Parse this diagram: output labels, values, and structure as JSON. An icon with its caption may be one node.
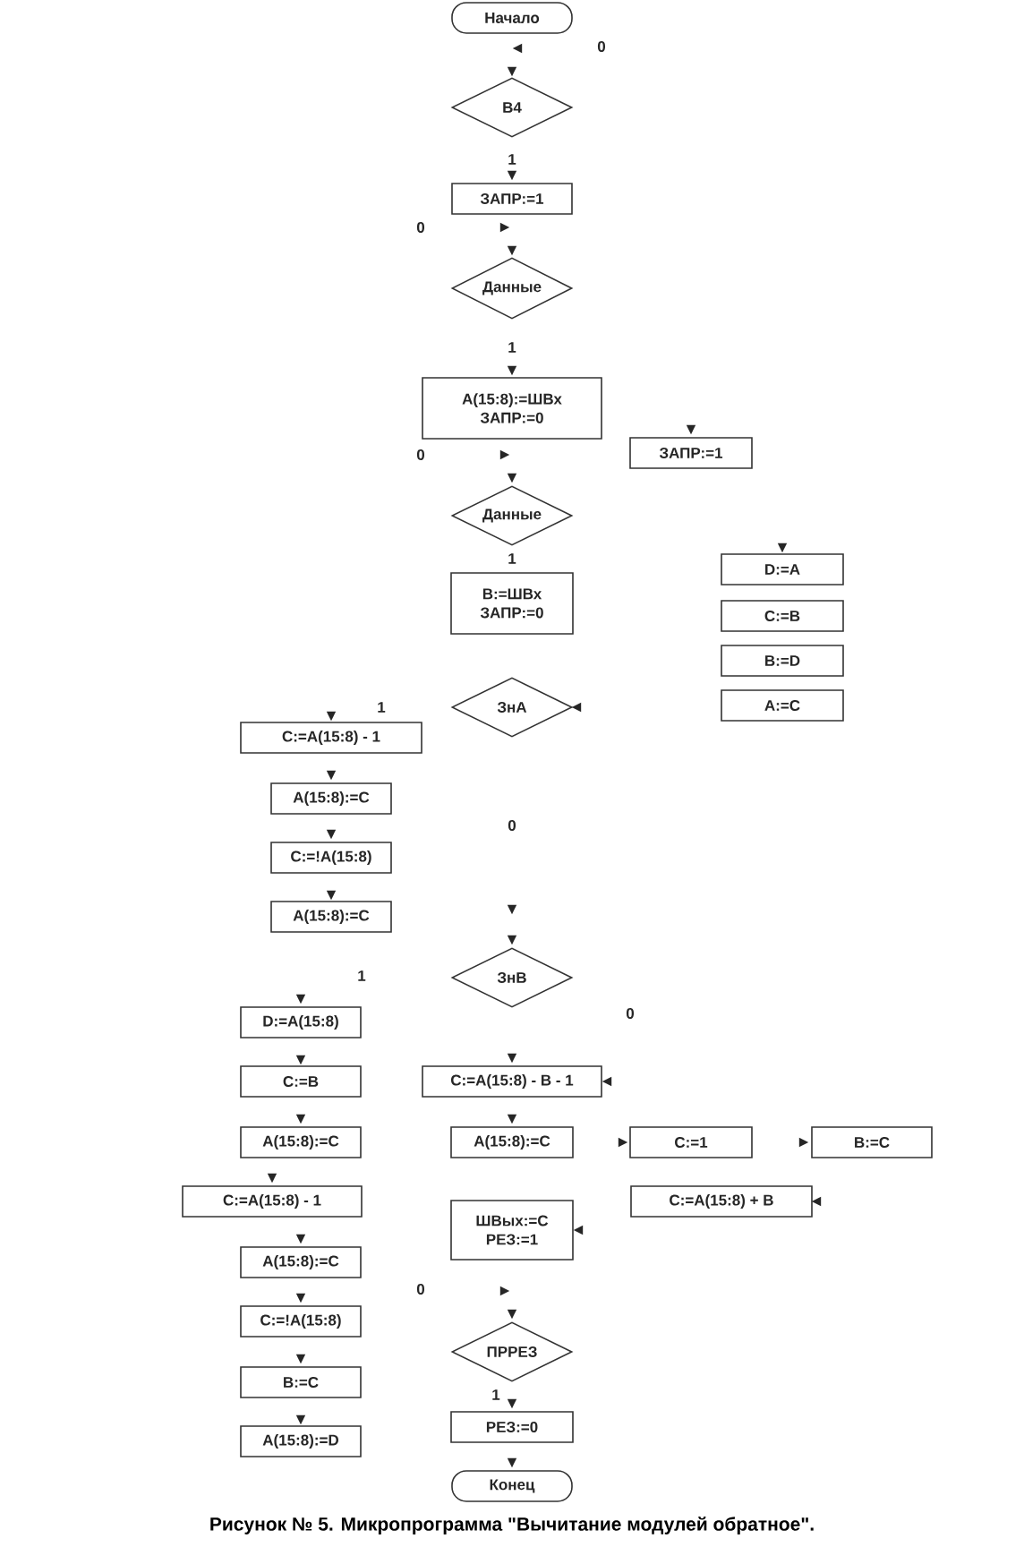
{
  "diagram": {
    "caption": "Рисунок № 5. Микропрограмма \"Вычитание модулей обратное\".",
    "nodes": [
      {
        "text": [
          "Начало"
        ]
      },
      {
        "text": [
          "В4"
        ]
      },
      {
        "text": [
          "ЗАПР:=1"
        ]
      },
      {
        "text": [
          "Данные"
        ]
      },
      {
        "text": [
          "A(15:8):=ШВх",
          "ЗАПР:=0"
        ]
      },
      {
        "text": [
          "ЗАПР:=1"
        ]
      },
      {
        "text": [
          "Данные"
        ]
      },
      {
        "text": [
          "B:=ШВх",
          "ЗАПР:=0"
        ]
      },
      {
        "text": [
          "D:=A"
        ]
      },
      {
        "text": [
          "C:=B"
        ]
      },
      {
        "text": [
          "B:=D"
        ]
      },
      {
        "text": [
          "A:=C"
        ]
      },
      {
        "text": [
          "ЗнА"
        ]
      },
      {
        "text": [
          "C:=A(15:8) - 1"
        ]
      },
      {
        "text": [
          "A(15:8):=C"
        ]
      },
      {
        "text": [
          "C:=!A(15:8)"
        ]
      },
      {
        "text": [
          "A(15:8):=C"
        ]
      },
      {
        "text": [
          "ЗнВ"
        ]
      },
      {
        "text": [
          "D:=A(15:8)"
        ]
      },
      {
        "text": [
          "C:=B"
        ]
      },
      {
        "text": [
          "A(15:8):=C"
        ]
      },
      {
        "text": [
          "C:=A(15:8) - 1"
        ]
      },
      {
        "text": [
          "A(15:8):=C"
        ]
      },
      {
        "text": [
          "C:=!A(15:8)"
        ]
      },
      {
        "text": [
          "B:=C"
        ]
      },
      {
        "text": [
          "A(15:8):=D"
        ]
      },
      {
        "text": [
          "C:=A(15:8) - B - 1"
        ]
      },
      {
        "text": [
          "A(15:8):=C"
        ]
      },
      {
        "text": [
          "C:=1"
        ]
      },
      {
        "text": [
          "B:=C"
        ]
      },
      {
        "text": [
          "C:=A(15:8) + B"
        ]
      },
      {
        "text": [
          "ШВых:=С",
          "РЕЗ:=1"
        ]
      },
      {
        "text": [
          "ПРРЕЗ"
        ]
      },
      {
        "text": [
          "РЕЗ:=0"
        ]
      },
      {
        "text": [
          "Конец"
        ]
      }
    ],
    "labels": [
      "0",
      "1",
      "0",
      "1",
      "0",
      "1",
      "1",
      "0",
      "1",
      "0",
      "0",
      "1"
    ]
  }
}
